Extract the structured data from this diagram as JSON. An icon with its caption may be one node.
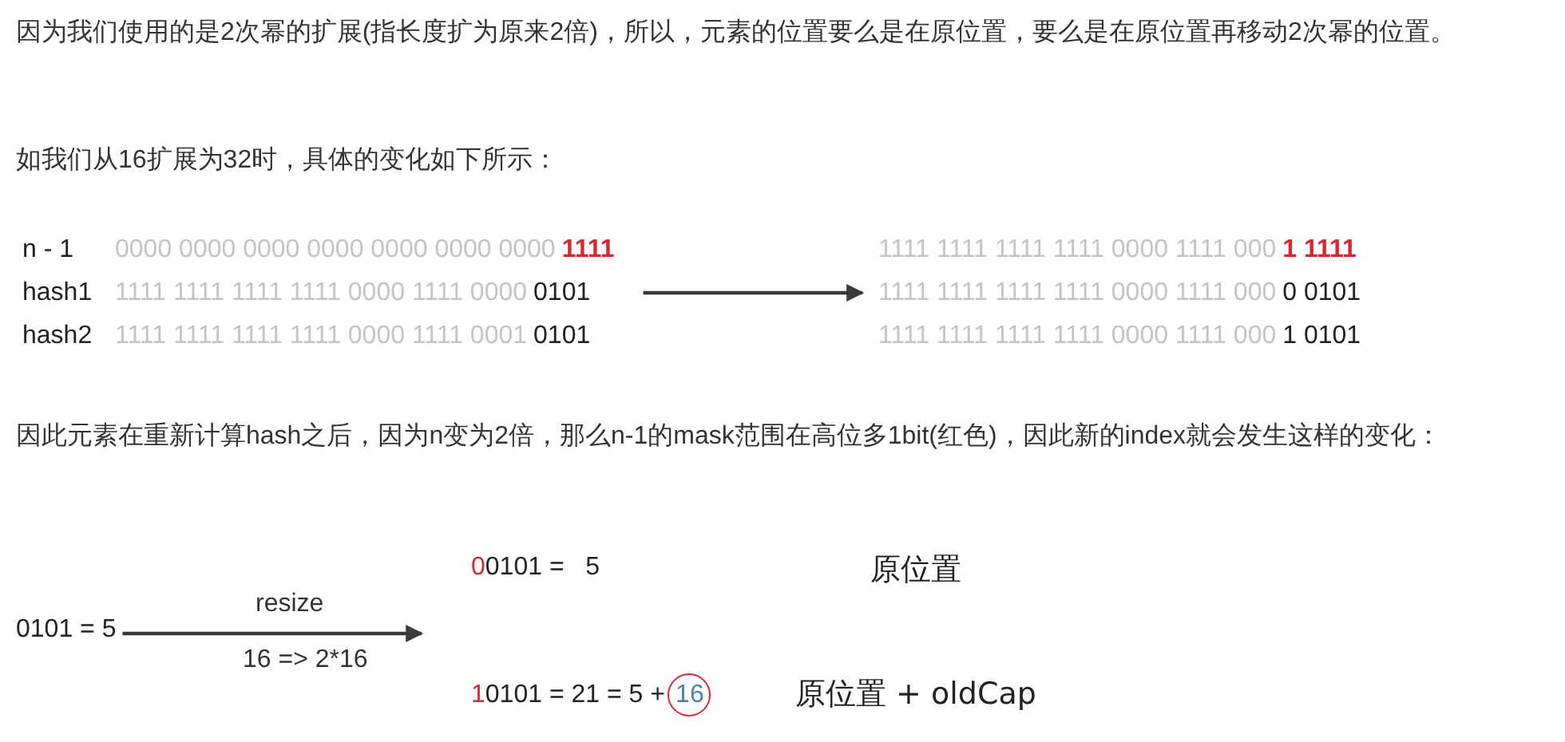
{
  "diagram": {
    "nodes": [
      {
        "text": [
          "n - 1",
          "0000 0000 0000 0000 0000 0000 0000",
          "1111",
          "hash1",
          "1111 1111 1111 1111 0000 1111 0000",
          "0101",
          "hash2",
          "1111 1111 1111 1111 0000 1111 0001",
          "0101"
        ]
      },
      {
        "text": [
          "1111 1111 1111 1111 0000 1111 000",
          "1 1111",
          "1111 1111 1111 1111 0000 1111 000",
          "0 0101",
          "1111 1111 1111 1111 0000 1111 000",
          "1 0101"
        ]
      },
      {
        "text": [
          "0101 = 5"
        ]
      },
      {
        "text": [
          "0",
          "0101 =   5"
        ]
      },
      {
        "text": [
          "1",
          "0101 = 21 = 5 +"
        ],
        "beside": [
          "原位置 + oldCap"
        ]
      },
      {
        "text": [
          "16"
        ],
        "in": 4
      }
    ],
    "edges": [
      {
        "from": 0,
        "to": 1,
        "arrow": "to"
      },
      {
        "from": 2,
        "to": null,
        "arrow": "to",
        "label": "resize"
      }
    ],
    "labels": [
      "因为我们使用的是2次幂的扩展(指长度扩为原来2倍)，所以，元素的位置要么是在原位置，要么是在原位置再移动2次幂的位置。",
      "如我们从16扩展为32时，具体的变化如下所示：",
      "因此元素在重新计算hash之后，因为n变为2倍，那么n-1的mask范围在高位多1bit(红色)，因此新的index就会发生这样的变化：",
      "原位置",
      "16 => 2*16"
    ]
  }
}
